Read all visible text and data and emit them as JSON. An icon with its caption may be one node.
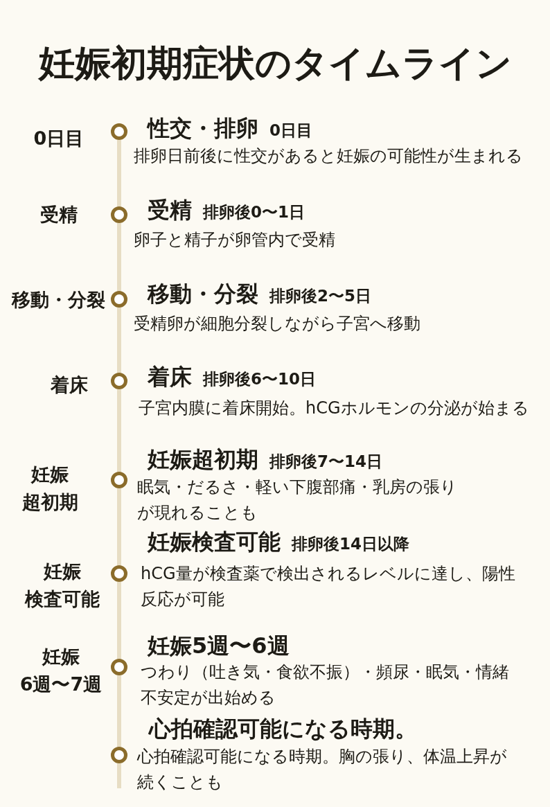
{
  "diagram": {
    "title": "妊娠初期症状のタイムライン",
    "nodes": [
      {
        "text": [],
        "shape": "circle",
        "beside": [
          "0日目",
          "性交・排卵",
          "0日目",
          "排卵日前後に性交があると妊娠の可能性が生まれる"
        ]
      },
      {
        "text": [],
        "shape": "circle",
        "beside": [
          "受精",
          "受精",
          "排卵後0〜1日",
          "卵子と精子が卵管内で受精"
        ]
      },
      {
        "text": [],
        "shape": "circle",
        "beside": [
          "移動・分裂",
          "移動・分裂",
          "排卵後2〜5日",
          "受精卵が細胞分裂しながら子宮へ移動"
        ]
      },
      {
        "text": [],
        "shape": "circle",
        "beside": [
          "着床",
          "着床",
          "排卵後6〜10日",
          "子宮内膜に着床開始。hCGホルモンの分泌が始まる"
        ]
      },
      {
        "text": [],
        "shape": "circle",
        "beside": [
          "妊娠超初期",
          "妊娠超初期",
          "排卵後7〜14日",
          "眠気・だるさ・軽い下腹部痛・乳房の張りが現れることも"
        ]
      },
      {
        "text": [],
        "shape": "circle",
        "beside": [
          "妊娠検査可能",
          "妊娠検査可能",
          "排卵後14日以降",
          "hCG量が検査薬で検出されるレベルに達し、陽性反応が可能"
        ]
      },
      {
        "text": [],
        "shape": "circle",
        "beside": [
          "妊娠6週〜7週",
          "妊娠5週〜6週",
          "つわり（吐き気・食欲不振）・頻尿・眠気・情緒不安定が出始める"
        ]
      },
      {
        "text": [],
        "shape": "circle",
        "beside": [
          "心拍確認可能になる時期。",
          "心拍確認可能になる時期。胸の張り、体温上昇が続くことも"
        ]
      }
    ],
    "edges": [
      {
        "from": 0,
        "to": 1,
        "arrow": "none"
      },
      {
        "from": 1,
        "to": 2,
        "arrow": "none"
      },
      {
        "from": 2,
        "to": 3,
        "arrow": "none"
      },
      {
        "from": 3,
        "to": 4,
        "arrow": "none"
      },
      {
        "from": 4,
        "to": 5,
        "arrow": "none"
      },
      {
        "from": 5,
        "to": 6,
        "arrow": "none"
      },
      {
        "from": 6,
        "to": 7,
        "arrow": "none"
      },
      {
        "from": 7,
        "to": null,
        "arrow": "none"
      }
    ]
  }
}
